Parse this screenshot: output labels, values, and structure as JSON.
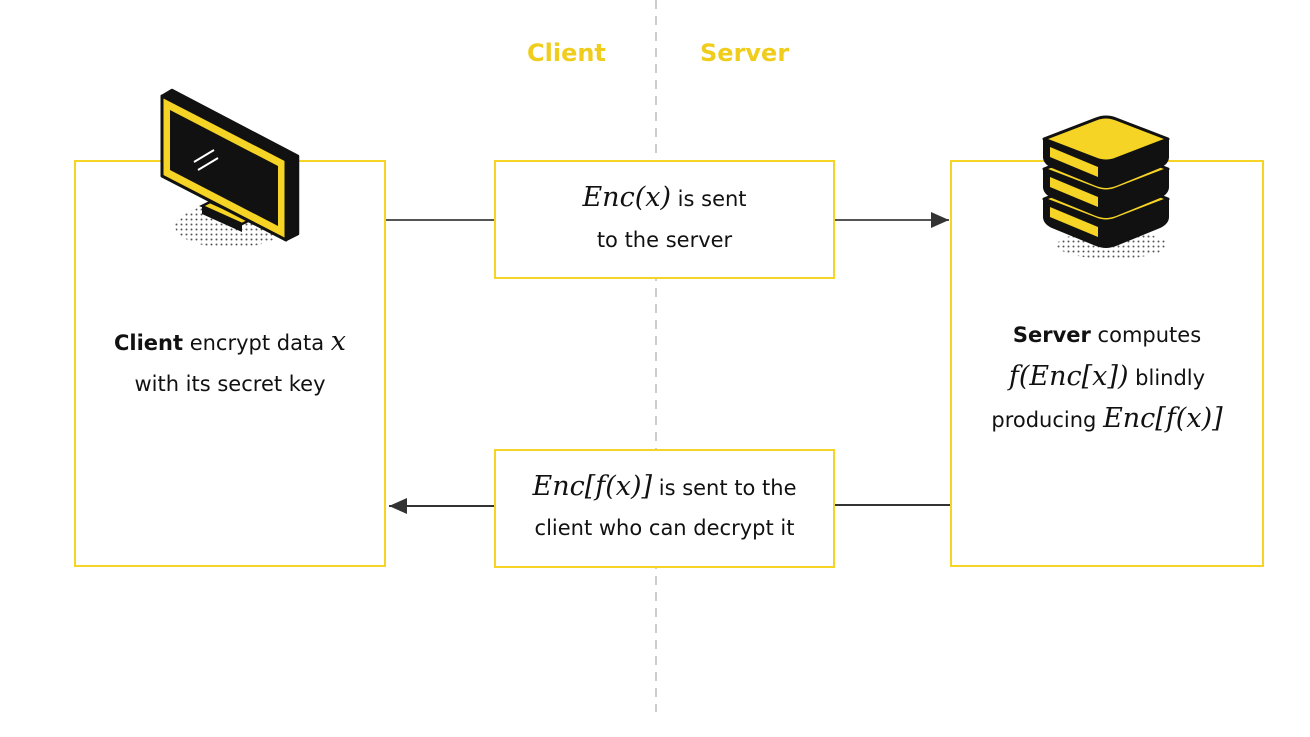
{
  "columns": {
    "left": "Client",
    "right": "Server"
  },
  "client_box": {
    "bold": "Client",
    "line1_text": "encrypt data",
    "line1_math": "x",
    "line2": "with its secret key"
  },
  "top_message": {
    "math": "Enc(x)",
    "text1": "is sent",
    "text2": "to the server"
  },
  "bottom_message": {
    "math": "Enc[f(x)]",
    "text1": "is sent to the",
    "text2": "client who can decrypt it"
  },
  "server_box": {
    "bold": "Server",
    "line1": "computes",
    "line2_math": "f(Enc[x])",
    "line2_text": "blindly",
    "line3_text": "producing",
    "line3_math": "Enc[f(x)]"
  },
  "colors": {
    "accent": "#f5d426",
    "heading": "#f0cd1c",
    "divider": "#cccccc",
    "icon_dark": "#111111"
  },
  "icons": {
    "client": "monitor-icon",
    "server": "server-stack-icon"
  }
}
